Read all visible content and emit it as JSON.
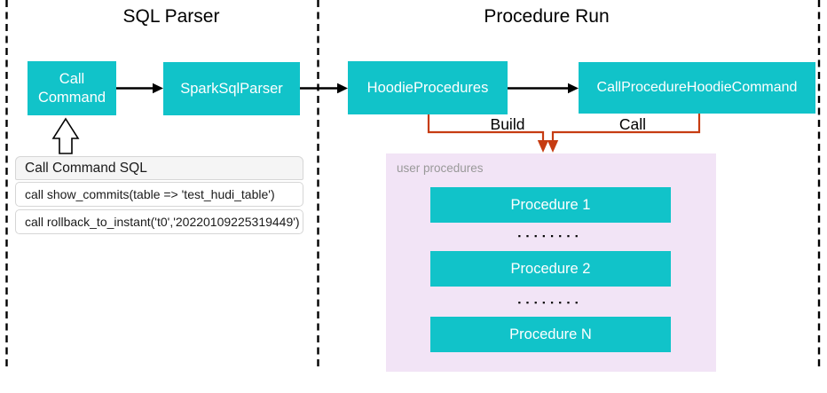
{
  "colors": {
    "teal": "#11C3C9",
    "orange": "#C63C12",
    "lavender": "#F2E4F6",
    "panel_label_gray": "#999999",
    "table_header_bg": "#F5F5F5",
    "table_border": "#D6D6D6",
    "line_black": "#000000"
  },
  "sections": {
    "sql_parser": {
      "title": "SQL Parser"
    },
    "procedure_run": {
      "title": "Procedure Run"
    }
  },
  "nodes": {
    "call_command": "Call Command",
    "spark_sql_parser": "SparkSqlParser",
    "hoodie_procedures": "HoodieProcedures",
    "call_procedure_hoodie_command": "CallProcedureHoodieCommand"
  },
  "edge_labels": {
    "build": "Build",
    "call": "Call"
  },
  "sql_table": {
    "header": "Call Command SQL",
    "rows": [
      "call show_commits(table => 'test_hudi_table')",
      "call rollback_to_instant('t0','20220109225319449')"
    ]
  },
  "procedures_panel": {
    "label": "user procedures",
    "items": [
      "Procedure 1",
      "Procedure 2",
      "Procedure N"
    ],
    "ellipsis": "▪▪▪▪▪▪▪▪"
  }
}
